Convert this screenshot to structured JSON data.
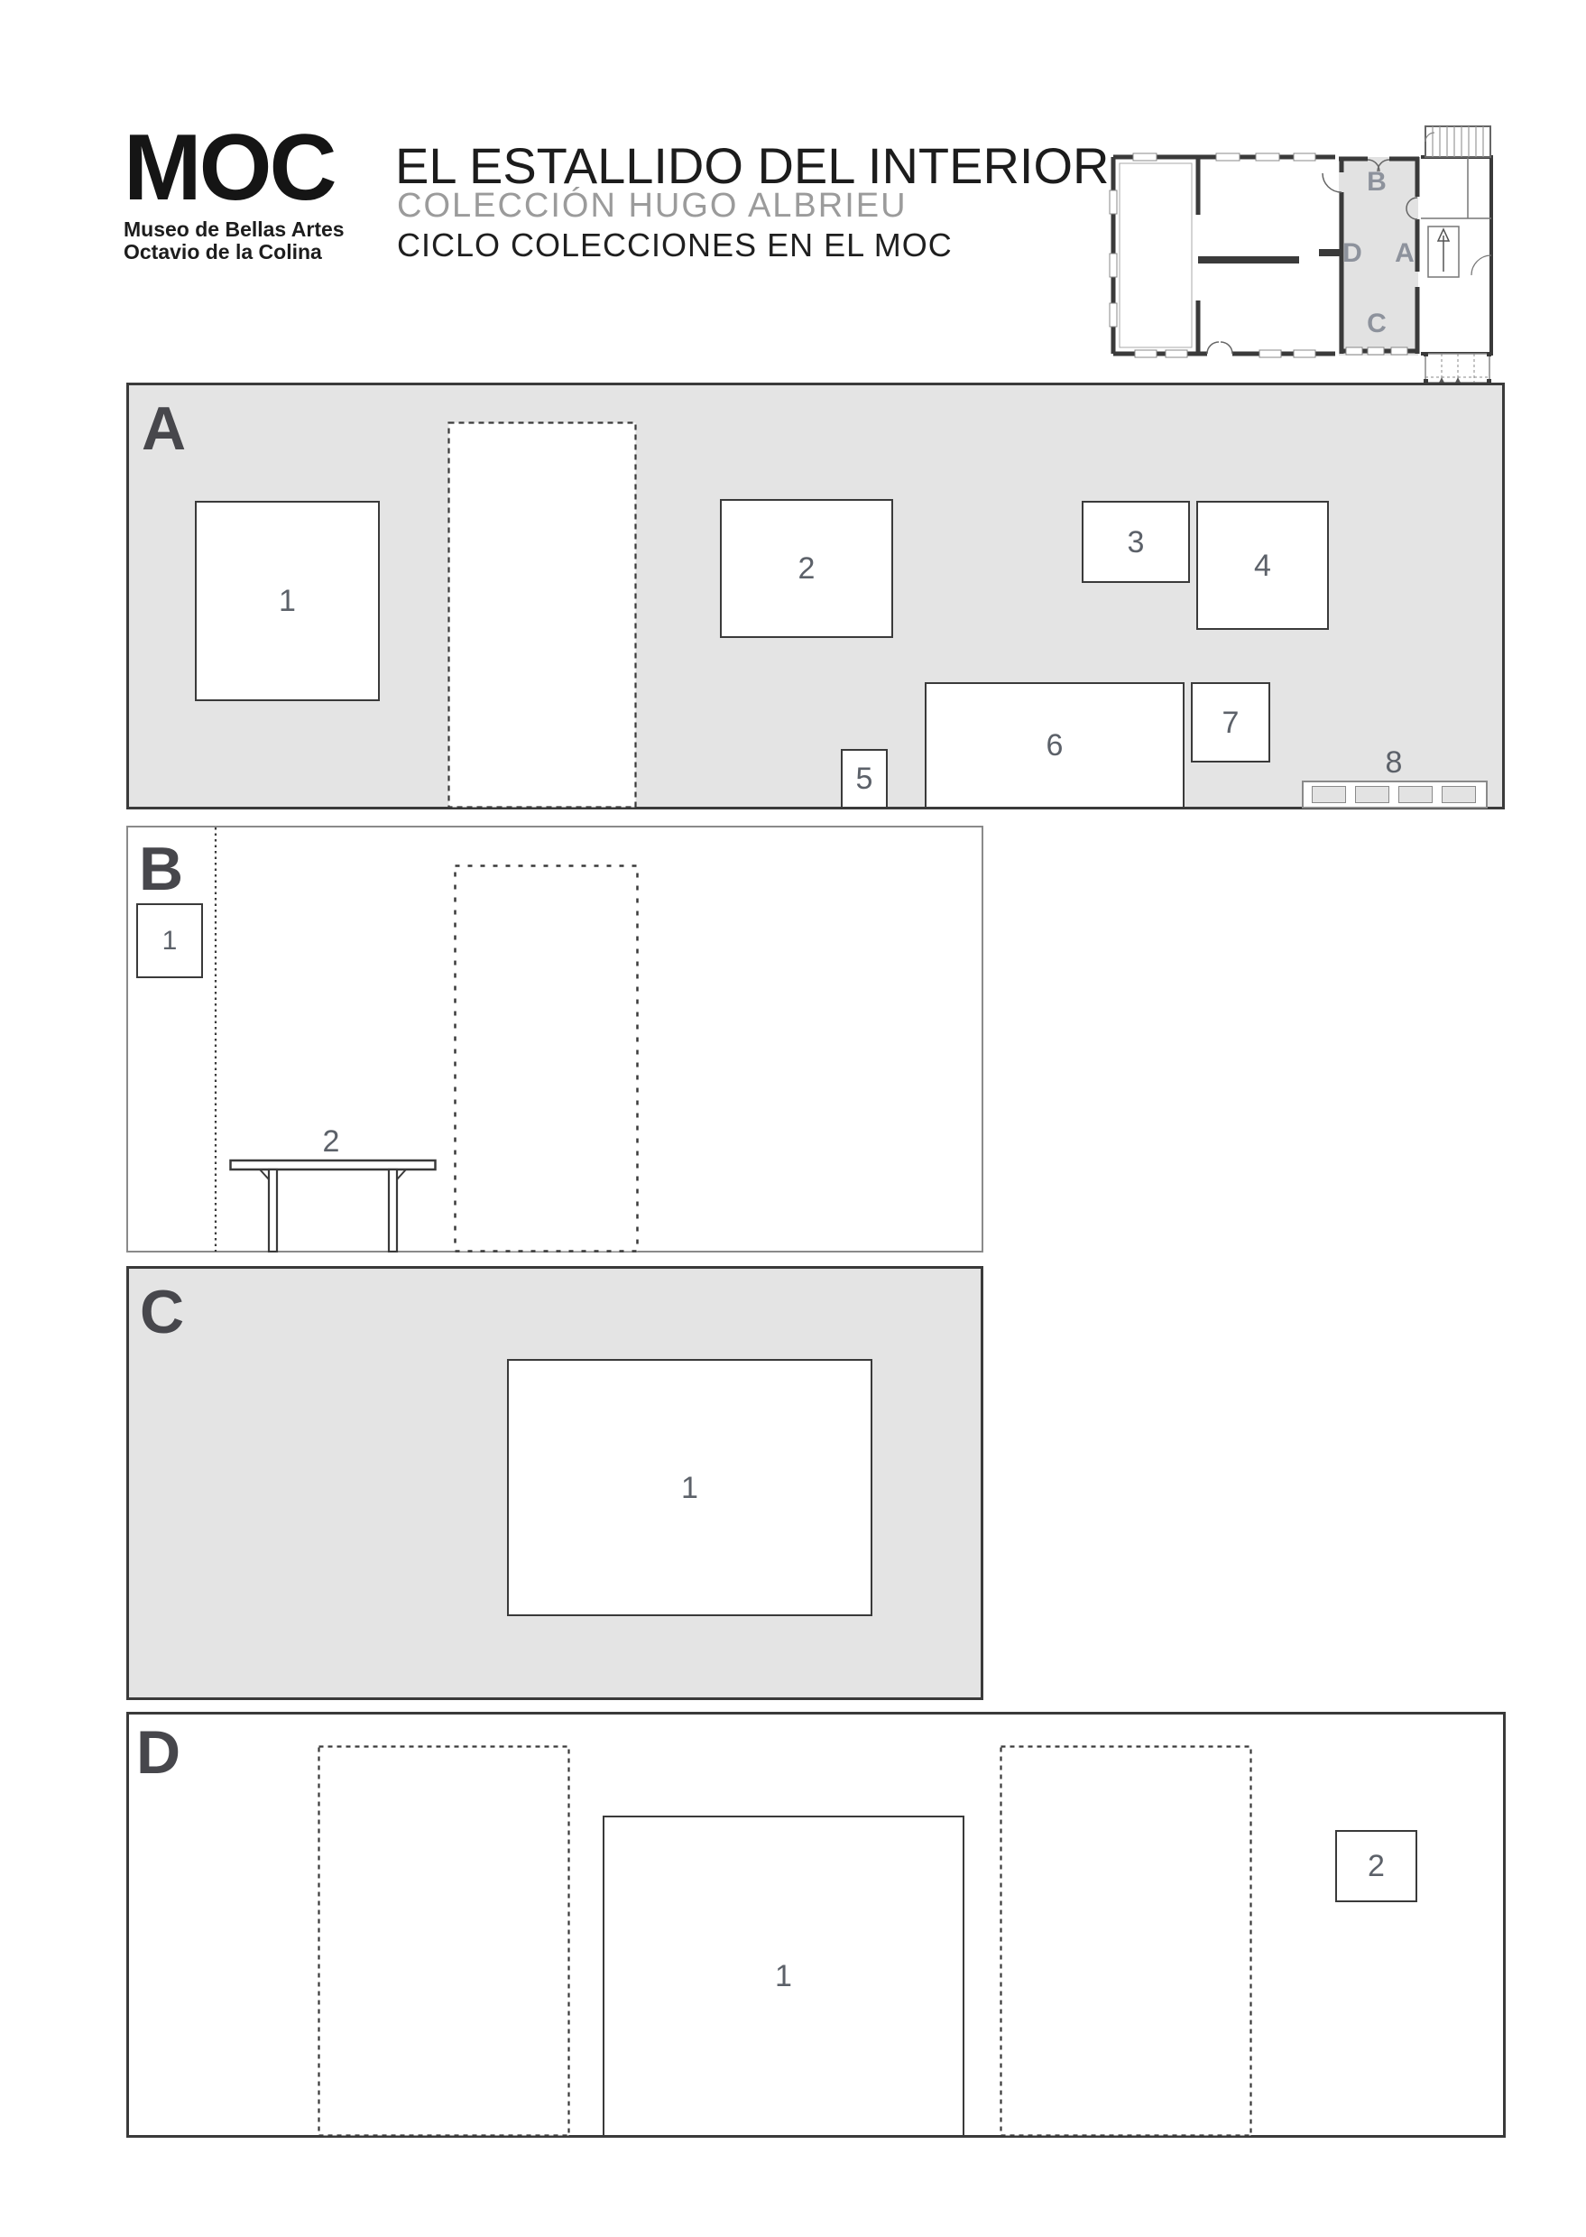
{
  "header": {
    "logo_acronym": "MOC",
    "logo_line1": "Museo de Bellas Artes",
    "logo_line2": "Octavio de la Colina",
    "title": "EL ESTALLIDO DEL INTERIOR",
    "subtitle": "COLECCIÓN HUGO ALBRIEU",
    "cycle": "CICLO COLECCIONES EN EL MOC"
  },
  "floorplan": {
    "room_labels": {
      "a": "A",
      "b": "B",
      "c": "C",
      "d": "D"
    },
    "highlight_color": "#e2e2e2",
    "wall_color": "#3a3a3a",
    "label_color": "#8d929c"
  },
  "sections": {
    "a": {
      "label": "A",
      "box1": "1",
      "box2": "2",
      "box3": "3",
      "box4": "4",
      "box5": "5",
      "box6": "6",
      "box7": "7",
      "rack_label": "8"
    },
    "b": {
      "label": "B",
      "box1": "1",
      "table_label": "2"
    },
    "c": {
      "label": "C",
      "box1": "1"
    },
    "d": {
      "label": "D",
      "box1": "1",
      "box2": "2"
    }
  },
  "colors": {
    "section_fill_gray": "#e4e4e4",
    "wall_dark": "#3a3a3a",
    "number_gray": "#5c6169",
    "letter_gray": "#47474c",
    "subtitle_gray": "#9b9b9b"
  }
}
